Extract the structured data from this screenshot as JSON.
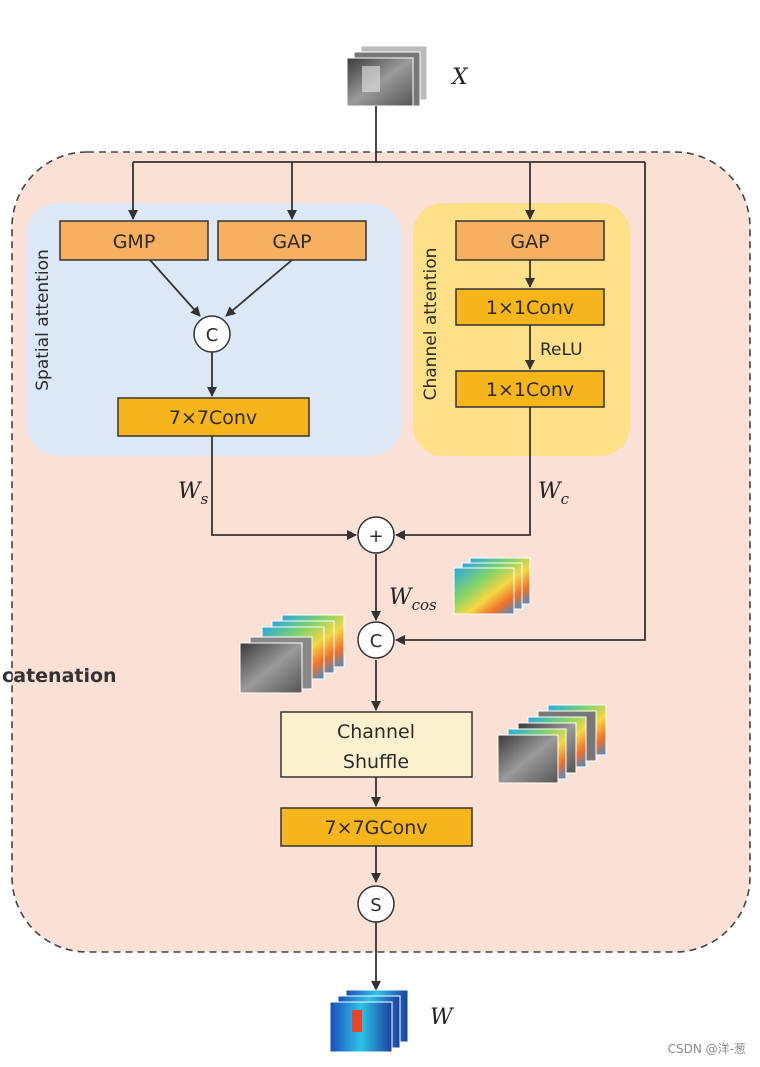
{
  "labels": {
    "input": "X",
    "output": "W",
    "gmp": "GMP",
    "gap_spatial": "GAP",
    "gap_channel": "GAP",
    "conv1x1_a": "1×1Conv",
    "relu": "ReLU",
    "conv1x1_b": "1×1Conv",
    "conv7x7": "7×7Conv",
    "concat_spatial": "C",
    "spatial_title": "Spatial attention",
    "channel_title": "Channel attention",
    "ws_main": "W",
    "ws_sub": "s",
    "wc_main": "W",
    "wc_sub": "c",
    "plus": "+",
    "wcos_main": "W",
    "wcos_sub": "cos",
    "concat_main": "C",
    "concat_side": "catenation",
    "shuffle_line1": "Channel",
    "shuffle_line2": "Shuffle",
    "gconv": "7×7GConv",
    "sigmoid": "S"
  },
  "colors": {
    "outer_bg": "#fbe0d6",
    "spatial_bg": "#dce8f5",
    "channel_bg": "#fde088",
    "box_light_orange": "#f6b060",
    "box_orange": "#f6b51a",
    "box_cream": "#fcf1cf",
    "stroke": "#333333"
  },
  "watermark": "CSDN @洋-葱"
}
